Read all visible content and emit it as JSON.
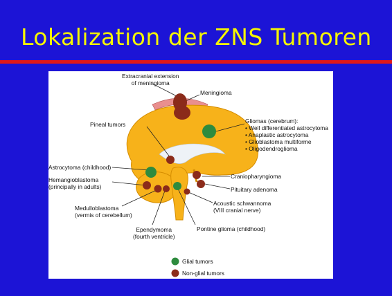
{
  "slide": {
    "title": "Lokalization der ZNS Tumoren"
  },
  "labels": {
    "extracranial": [
      "Extracranial extension",
      "of meningioma"
    ],
    "meningioma": "Meningioma",
    "pineal": "Pineal tumors",
    "gliomas_title": "Gliomas (cerebrum):",
    "gliomas_list": [
      "• Well differentiated astrocytoma",
      "• Anaplastic astrocytoma",
      "• Glioblastoma multiforme",
      "• Oligodendroglioma"
    ],
    "astrocytoma": "Astrocytoma (childhood)",
    "hemangioblastoma": [
      "Hemangioblastoma",
      "(principally in adults)"
    ],
    "craniopharyngioma": "Craniopharyngioma",
    "pituitary": "Pituitary adenoma",
    "medulloblastoma": [
      "Medulloblastoma",
      "(vermis of cerebellum)"
    ],
    "acoustic": [
      "Acoustic schwannoma",
      "(VIII cranial nerve)"
    ],
    "ependymoma": [
      "Ependymoma",
      "(fourth ventricle)"
    ],
    "pontine": "Pontine glioma (childhood)"
  },
  "legend": {
    "glial": "Glial tumors",
    "nonglial": "Non-glial tumors"
  },
  "colors": {
    "background": "#1c14d6",
    "title": "#f6f600",
    "rule": "#e01818",
    "brain": "#f7b21a",
    "glial": "#2e8b3e",
    "nonglial": "#8b2b1a"
  }
}
